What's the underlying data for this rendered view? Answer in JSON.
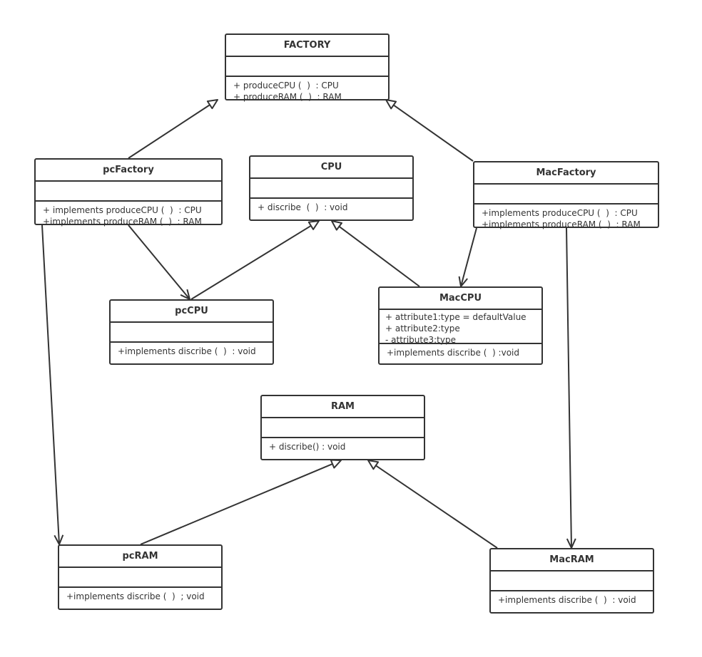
{
  "classes": {
    "factory": {
      "name": "FACTORY",
      "attributes": [],
      "operations": [
        "+ produceCPU (  )  : CPU",
        "+ produceRAM (  )  : RAM"
      ]
    },
    "cpu": {
      "name": "CPU",
      "attributes": [],
      "operations": [
        "+ discribe  (  )  : void"
      ]
    },
    "pcFactory": {
      "name": "pcFactory",
      "attributes": [],
      "operations": [
        "+ implements produceCPU (  )  : CPU",
        "+implements produceRAM (  )  : RAM"
      ]
    },
    "macFactory": {
      "name": "MacFactory",
      "attributes": [],
      "operations": [
        "+implements produceCPU (  )  : CPU",
        "+implements produceRAM (  )  : RAM"
      ]
    },
    "pcCPU": {
      "name": "pcCPU",
      "attributes": [],
      "operations": [
        "+implements discribe (  )  : void"
      ]
    },
    "macCPU": {
      "name": "MacCPU",
      "attributes": [
        "+ attribute1:type = defaultValue",
        "+ attribute2:type",
        "- attribute3:type"
      ],
      "operations": [
        "+implements discribe (  ) :void"
      ]
    },
    "ram": {
      "name": "RAM",
      "attributes": [],
      "operations": [
        "+ discribe() : void"
      ]
    },
    "pcRAM": {
      "name": "pcRAM",
      "attributes": [],
      "operations": [
        "+implements discribe (  )  ; void"
      ]
    },
    "macRAM": {
      "name": "MacRAM",
      "attributes": [],
      "operations": [
        "+implements discribe (  )  : void"
      ]
    }
  },
  "relations": [
    {
      "from": "pcFactory",
      "to": "factory",
      "type": "realization"
    },
    {
      "from": "macFactory",
      "to": "factory",
      "type": "realization"
    },
    {
      "from": "pcCPU",
      "to": "cpu",
      "type": "realization"
    },
    {
      "from": "macCPU",
      "to": "cpu",
      "type": "realization"
    },
    {
      "from": "pcRAM",
      "to": "ram",
      "type": "realization"
    },
    {
      "from": "macRAM",
      "to": "ram",
      "type": "realization"
    },
    {
      "from": "pcFactory",
      "to": "pcCPU",
      "type": "dependency"
    },
    {
      "from": "pcFactory",
      "to": "pcRAM",
      "type": "dependency"
    },
    {
      "from": "macFactory",
      "to": "macCPU",
      "type": "dependency"
    },
    {
      "from": "macFactory",
      "to": "macRAM",
      "type": "dependency"
    }
  ],
  "colors": {
    "stroke": "#333333",
    "fill": "#ffffff"
  }
}
